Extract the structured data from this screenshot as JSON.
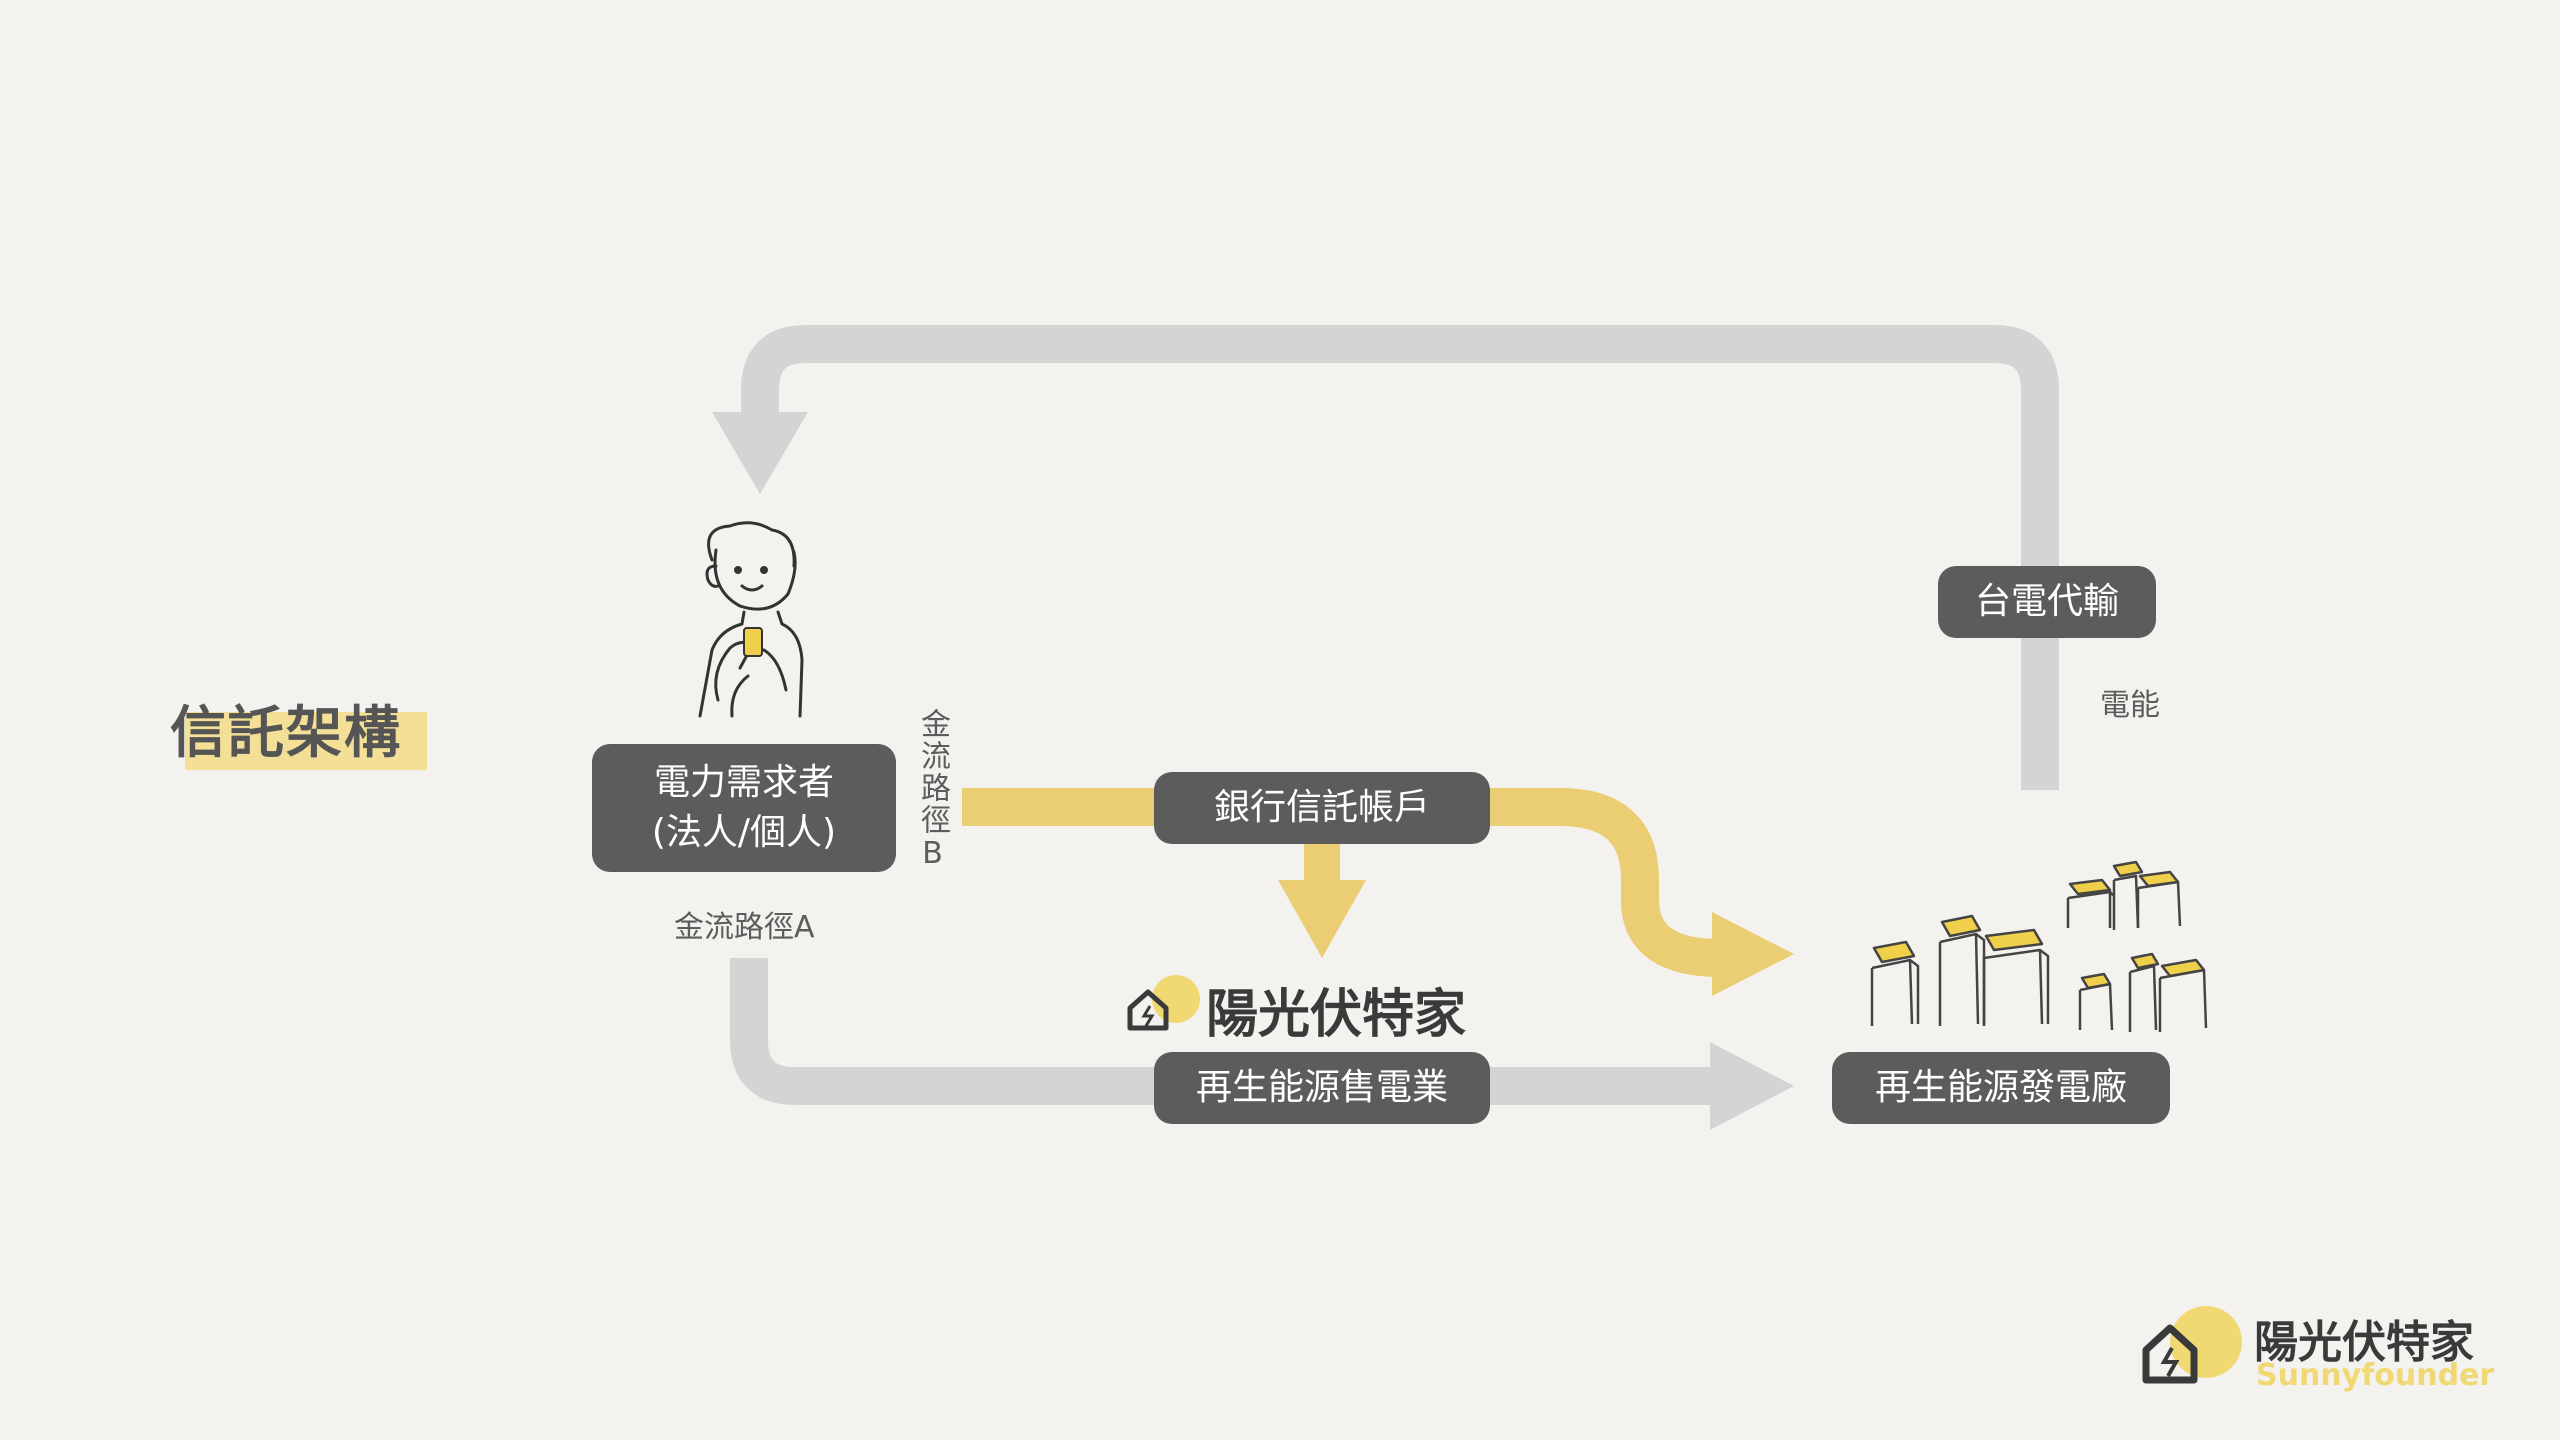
{
  "title": "信託架構",
  "nodes": {
    "demand": {
      "line1": "電力需求者",
      "line2": "(法人/個人)"
    },
    "trust": "銀行信託帳戶",
    "retailer": "再生能源售電業",
    "plant": "再生能源發電廠",
    "transmission": "台電代輸"
  },
  "labels": {
    "path_a": "金流路徑A",
    "path_b": "金流路徑B",
    "energy": "電能"
  },
  "brand": {
    "center_name": "陽光伏特家",
    "corner_name": "陽光伏特家",
    "corner_sub": "Sunnyfounder"
  },
  "colors": {
    "background": "#f4f2ef",
    "grey_flow": "#d4d4d4",
    "yellow_flow": "#ebcd74",
    "node_fill": "#5c5c5c",
    "node_text": "#ffffff",
    "brand_yellow": "#f0d873"
  },
  "icons": [
    "person-with-phone-icon",
    "solar-buildings-icon",
    "sunnyfounder-logo-icon"
  ]
}
